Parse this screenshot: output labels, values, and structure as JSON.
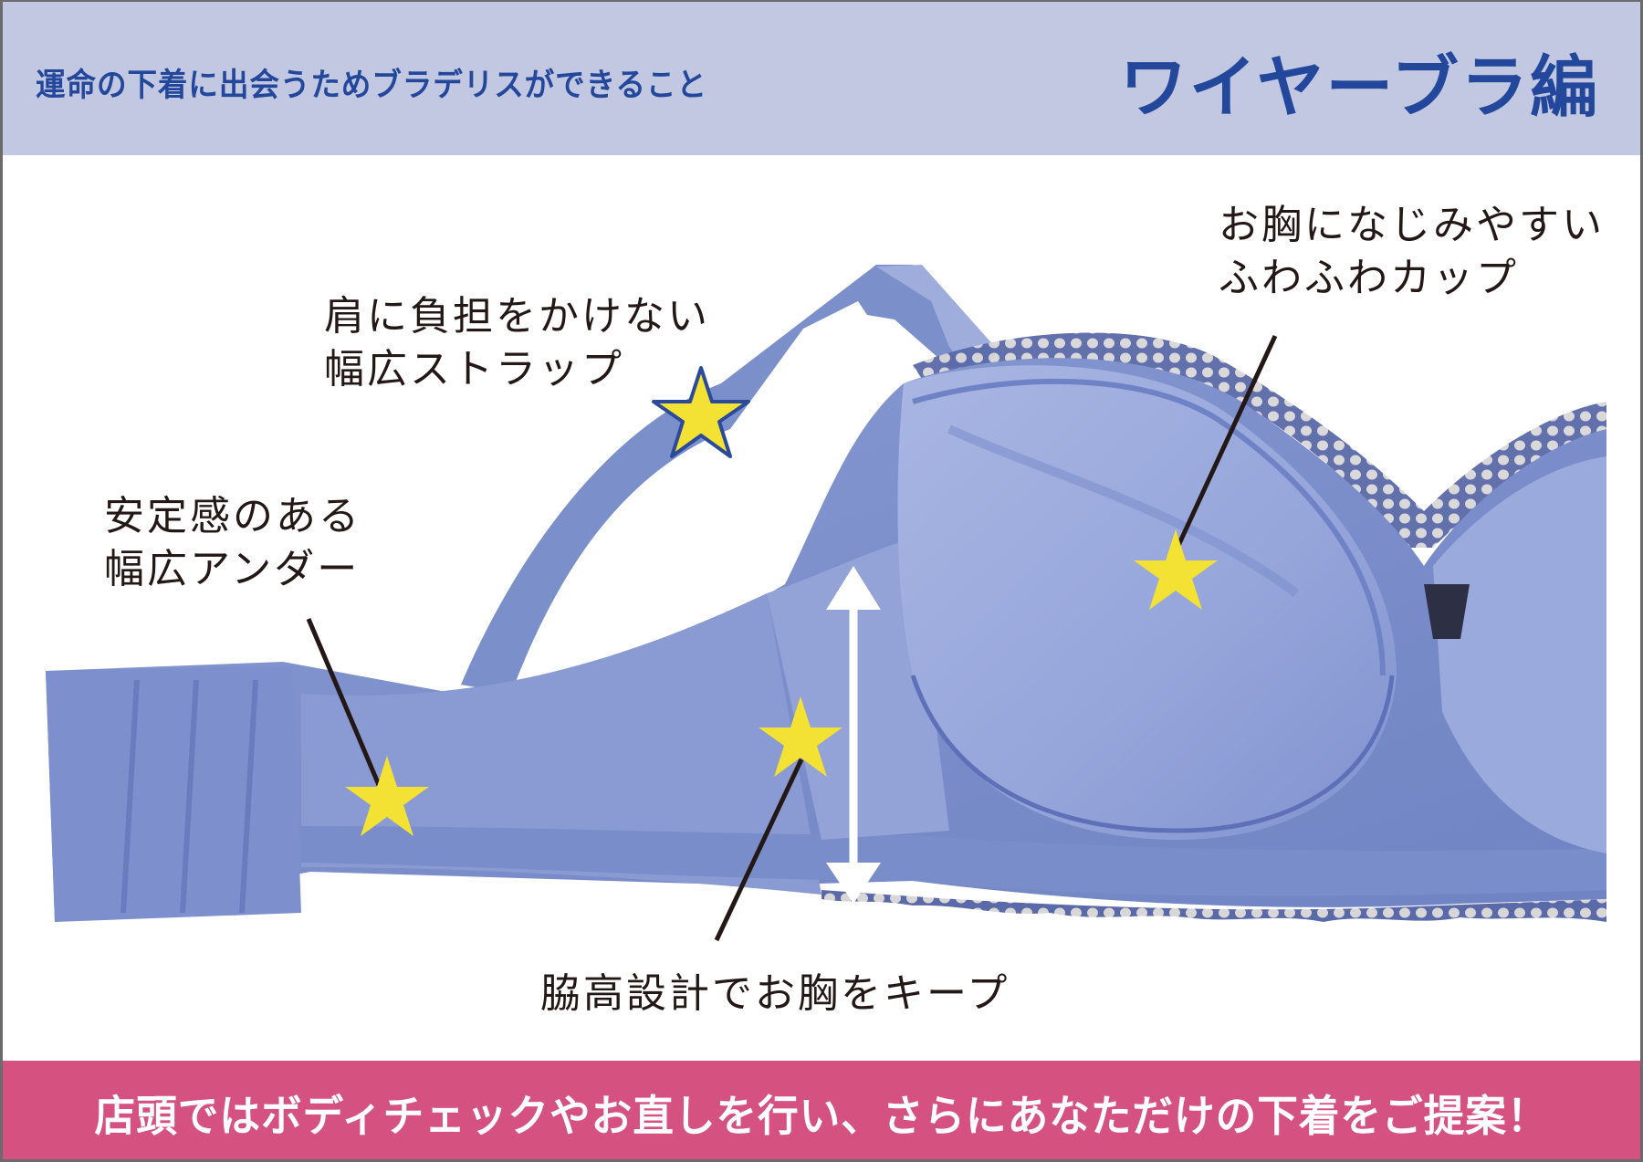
{
  "header": {
    "subtitle": "運命の下着に出会うためブラデリスができること",
    "title": "ワイヤーブラ編",
    "background_color": "#c3c8e2",
    "text_color": "#23479a"
  },
  "callouts": {
    "strap": {
      "line1": "肩に負担をかけない",
      "line2": "幅広ストラップ"
    },
    "cup": {
      "line1": "お胸になじみやすい",
      "line2": "ふわふわカップ"
    },
    "under": {
      "line1": "安定感のある",
      "line2": "幅広アンダー"
    },
    "side": {
      "line1": "脇高設計でお胸をキープ"
    }
  },
  "markers": {
    "star_color": "#f3e233",
    "star_outline_color": "#2b4a9a",
    "leader_line_color": "#231815",
    "arrow_color": "#ffffff"
  },
  "product": {
    "name": "wire bra",
    "fabric_color": "#7f92cc"
  },
  "footer": {
    "text": "店頭ではボディチェックやお直しを行い、さらにあなただけの下着をご提案！",
    "background_color": "#d5517f",
    "text_color": "#ffffff"
  }
}
